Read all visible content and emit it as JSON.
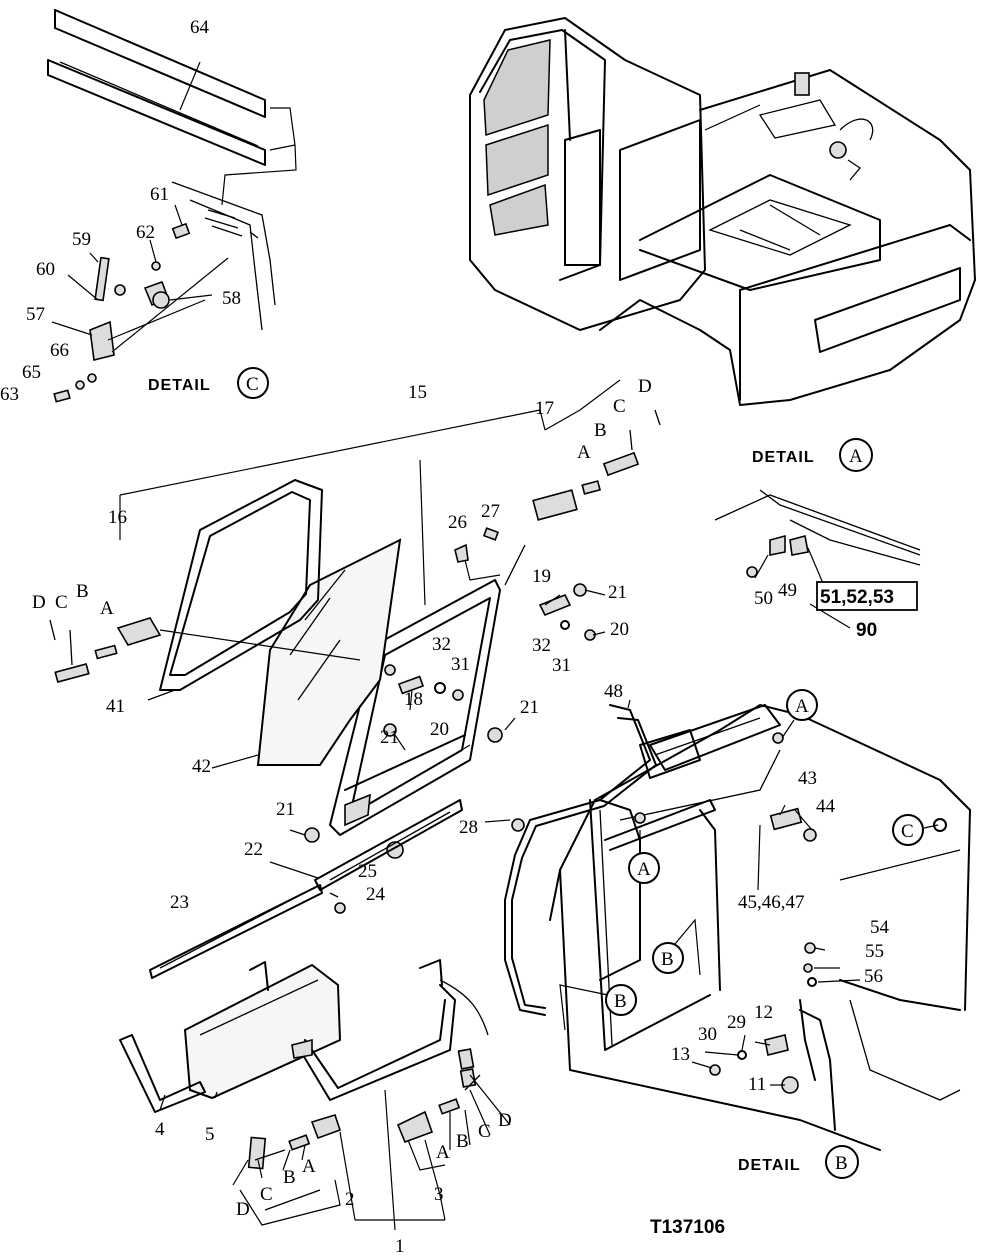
{
  "figure_code": "T137106",
  "details": {
    "a": {
      "word": "DETAIL",
      "letter": "A"
    },
    "b": {
      "word": "DETAIL",
      "letter": "B"
    },
    "c": {
      "word": "DETAIL",
      "letter": "C"
    }
  },
  "callouts": [
    {
      "id": "p64",
      "text": "64"
    },
    {
      "id": "p61",
      "text": "61"
    },
    {
      "id": "p62",
      "text": "62"
    },
    {
      "id": "p59",
      "text": "59"
    },
    {
      "id": "p60",
      "text": "60"
    },
    {
      "id": "p58",
      "text": "58"
    },
    {
      "id": "p57",
      "text": "57"
    },
    {
      "id": "p66",
      "text": "66"
    },
    {
      "id": "p65",
      "text": "65"
    },
    {
      "id": "p63",
      "text": "63"
    },
    {
      "id": "p15",
      "text": "15"
    },
    {
      "id": "p17",
      "text": "17"
    },
    {
      "id": "p17D",
      "text": "D"
    },
    {
      "id": "p17C",
      "text": "C"
    },
    {
      "id": "p17B",
      "text": "B"
    },
    {
      "id": "p17A",
      "text": "A"
    },
    {
      "id": "p16",
      "text": "16"
    },
    {
      "id": "p16D",
      "text": "D"
    },
    {
      "id": "p16C",
      "text": "C"
    },
    {
      "id": "p16B",
      "text": "B"
    },
    {
      "id": "p16A",
      "text": "A"
    },
    {
      "id": "p26",
      "text": "26"
    },
    {
      "id": "p27",
      "text": "27"
    },
    {
      "id": "p19",
      "text": "19"
    },
    {
      "id": "p21a",
      "text": "21"
    },
    {
      "id": "p20a",
      "text": "20"
    },
    {
      "id": "p32a",
      "text": "32"
    },
    {
      "id": "p31a",
      "text": "31"
    },
    {
      "id": "p32b",
      "text": "32"
    },
    {
      "id": "p31b",
      "text": "31"
    },
    {
      "id": "p18",
      "text": "18"
    },
    {
      "id": "p20b",
      "text": "20"
    },
    {
      "id": "p21b",
      "text": "21"
    },
    {
      "id": "p21c",
      "text": "21"
    },
    {
      "id": "p41",
      "text": "41"
    },
    {
      "id": "p42",
      "text": "42"
    },
    {
      "id": "p21d",
      "text": "21"
    },
    {
      "id": "p28",
      "text": "28"
    },
    {
      "id": "p22",
      "text": "22"
    },
    {
      "id": "p25",
      "text": "25"
    },
    {
      "id": "p24",
      "text": "24"
    },
    {
      "id": "p23",
      "text": "23"
    },
    {
      "id": "p48",
      "text": "48"
    },
    {
      "id": "p50",
      "text": "50"
    },
    {
      "id": "p49",
      "text": "49"
    },
    {
      "id": "p90",
      "text": "90"
    },
    {
      "id": "p43",
      "text": "43"
    },
    {
      "id": "p44",
      "text": "44"
    },
    {
      "id": "p4547",
      "text": "45,46,47"
    },
    {
      "id": "p54",
      "text": "54"
    },
    {
      "id": "p55",
      "text": "55"
    },
    {
      "id": "p56",
      "text": "56"
    },
    {
      "id": "p12",
      "text": "12"
    },
    {
      "id": "p29",
      "text": "29"
    },
    {
      "id": "p30",
      "text": "30"
    },
    {
      "id": "p13",
      "text": "13"
    },
    {
      "id": "p11",
      "text": "11"
    },
    {
      "id": "p4",
      "text": "4"
    },
    {
      "id": "p5",
      "text": "5"
    },
    {
      "id": "p1",
      "text": "1"
    },
    {
      "id": "p2",
      "text": "2"
    },
    {
      "id": "p2A",
      "text": "A"
    },
    {
      "id": "p2B",
      "text": "B"
    },
    {
      "id": "p2C",
      "text": "C"
    },
    {
      "id": "p2D",
      "text": "D"
    },
    {
      "id": "p3",
      "text": "3"
    },
    {
      "id": "p3A",
      "text": "A"
    },
    {
      "id": "p3B",
      "text": "B"
    },
    {
      "id": "p3C",
      "text": "C"
    },
    {
      "id": "p3D",
      "text": "D"
    }
  ],
  "boxed_label": "51,52,53",
  "marker_letters": {
    "a1": "A",
    "a2": "A",
    "b1": "B",
    "b2": "B",
    "c1": "C"
  }
}
